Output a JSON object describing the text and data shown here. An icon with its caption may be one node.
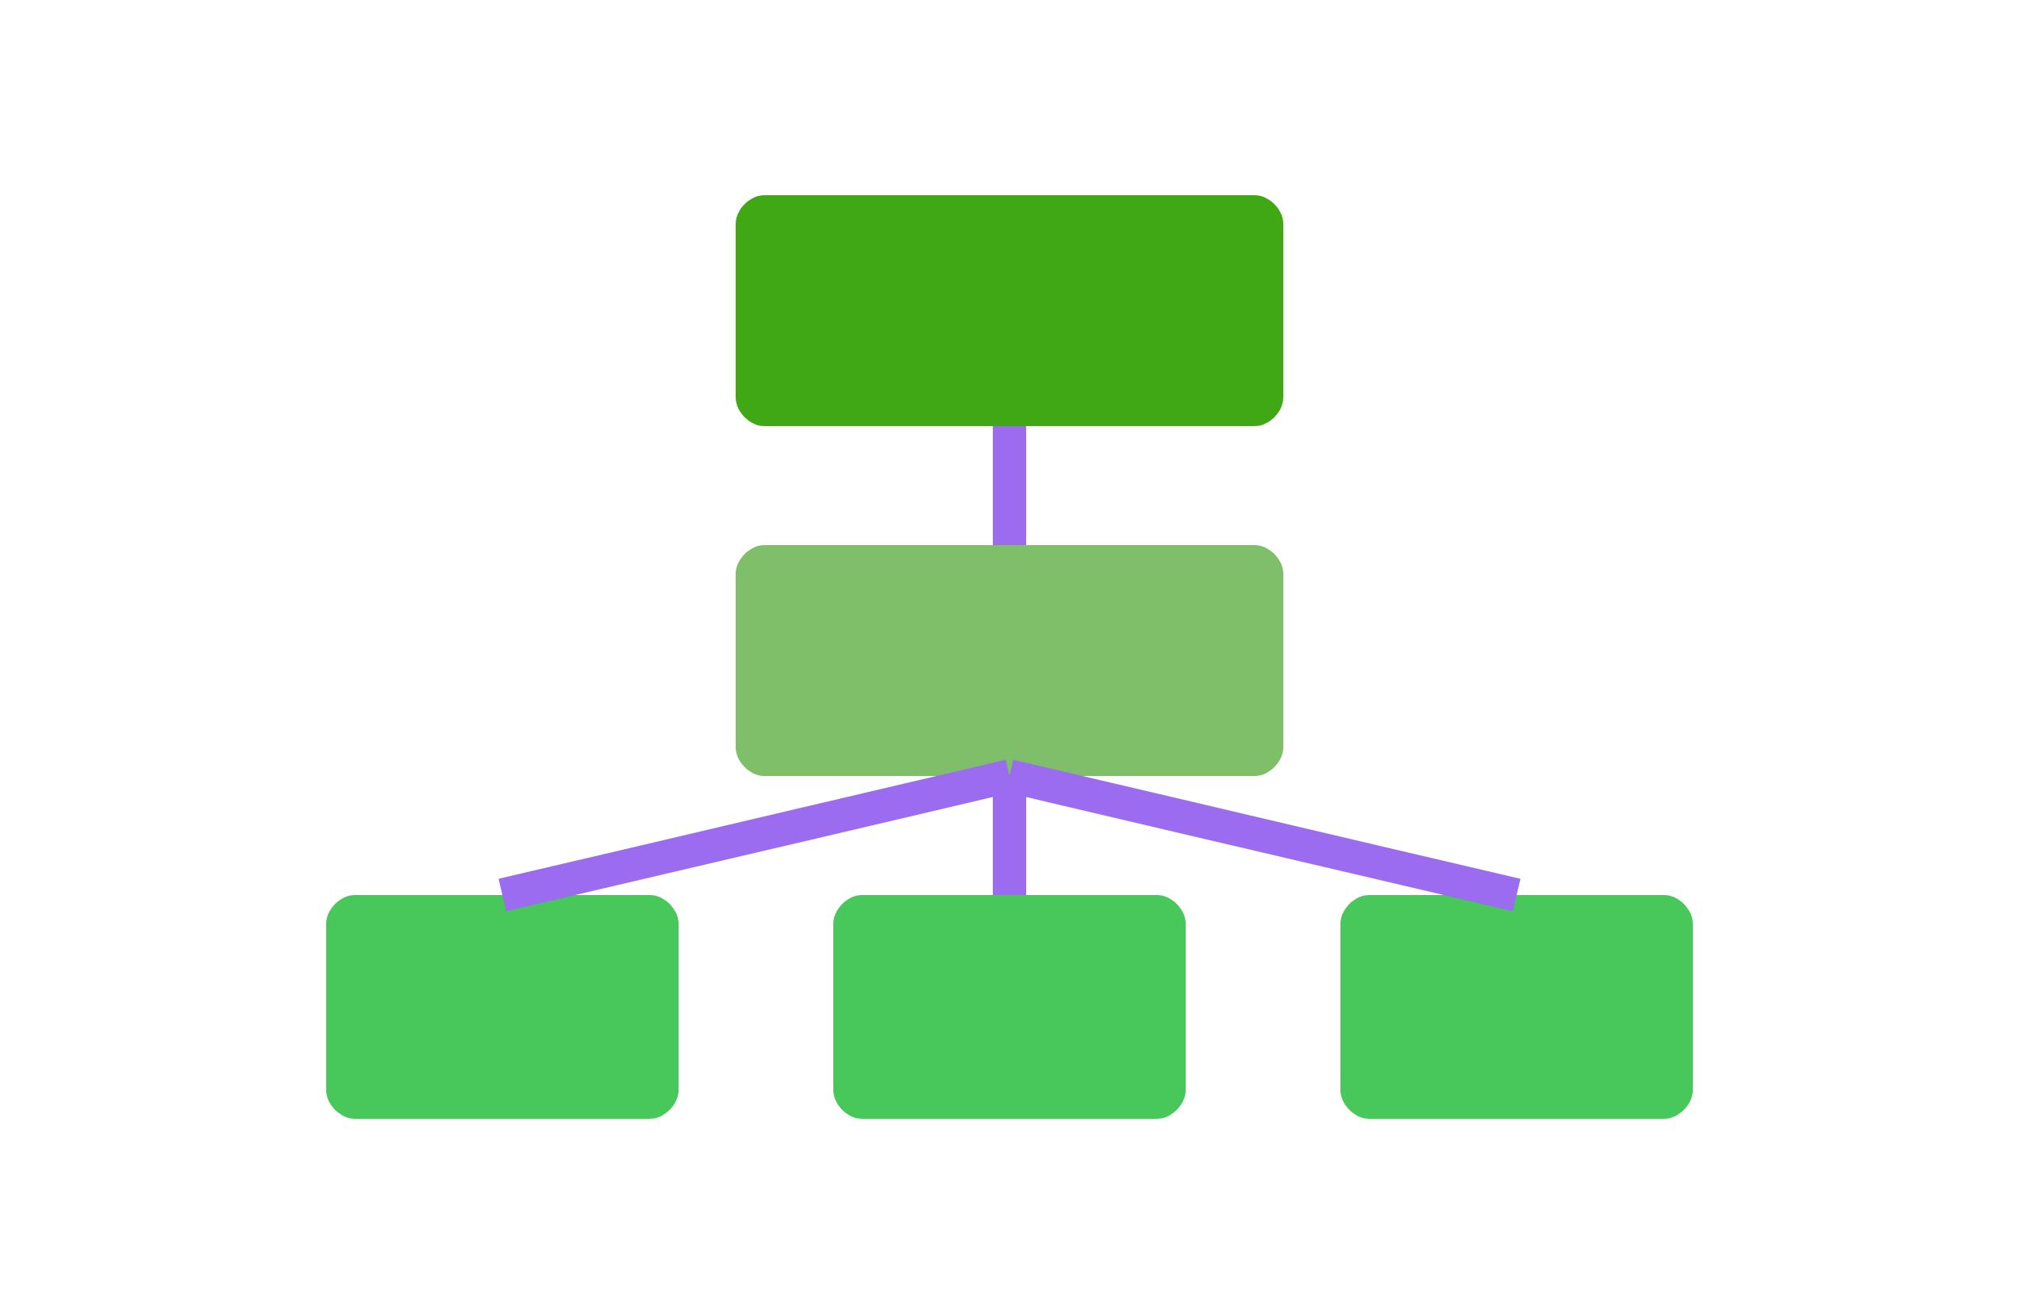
{
  "diagram": {
    "nodes": [
      {
        "text": [],
        "shape": "box"
      },
      {
        "text": [],
        "shape": "box"
      },
      {
        "text": [],
        "shape": "box"
      },
      {
        "text": [],
        "shape": "box"
      },
      {
        "text": [],
        "shape": "box"
      }
    ],
    "edges": [
      {
        "from": 0,
        "to": 1,
        "arrow": "none"
      },
      {
        "from": 1,
        "to": 2,
        "arrow": "none"
      },
      {
        "from": 1,
        "to": 3,
        "arrow": "none"
      },
      {
        "from": 1,
        "to": 4,
        "arrow": "none"
      }
    ]
  }
}
